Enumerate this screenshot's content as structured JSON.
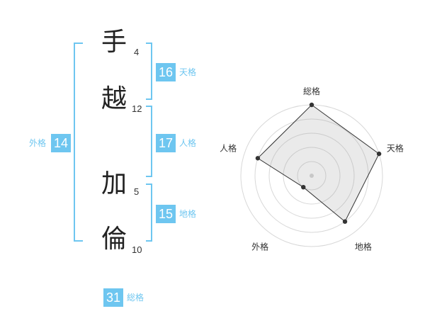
{
  "name_chars": [
    {
      "char": "手",
      "strokes": "4"
    },
    {
      "char": "越",
      "strokes": "12"
    },
    {
      "char": "加",
      "strokes": "5"
    },
    {
      "char": "倫",
      "strokes": "10"
    }
  ],
  "kaku": {
    "tenkaku": {
      "value": "16",
      "label": "天格"
    },
    "jinkaku": {
      "value": "17",
      "label": "人格"
    },
    "chikaku": {
      "value": "15",
      "label": "地格"
    },
    "gaikaku": {
      "value": "14",
      "label": "外格"
    },
    "soukaku": {
      "value": "31",
      "label": "総格"
    }
  },
  "colors": {
    "accent": "#6ec6f0",
    "text": "#222222"
  },
  "chart_data": {
    "type": "radar",
    "axes": [
      "総格",
      "天格",
      "地格",
      "外格",
      "人格"
    ],
    "values": [
      5,
      5,
      4,
      1,
      4
    ],
    "max": 5,
    "rings": 5,
    "grid": true
  }
}
